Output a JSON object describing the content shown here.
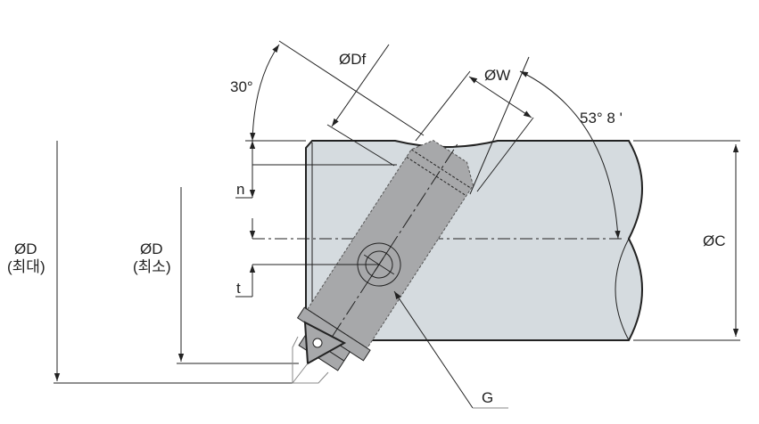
{
  "labels": {
    "angle_30": "30°",
    "dia_df": "ØDf",
    "dia_w": "ØW",
    "angle_53": "53° 8 '",
    "n": "n",
    "t": "t",
    "dia_c": "ØC",
    "dia_d_max": "ØD",
    "dia_d_max_note": "(최대)",
    "dia_d_min": "ØD",
    "dia_d_min_note": "(최소)",
    "g": "G"
  },
  "colors": {
    "workpiece": "#d5dbdf",
    "tool": "#a7a8aa",
    "line": "#222222"
  }
}
